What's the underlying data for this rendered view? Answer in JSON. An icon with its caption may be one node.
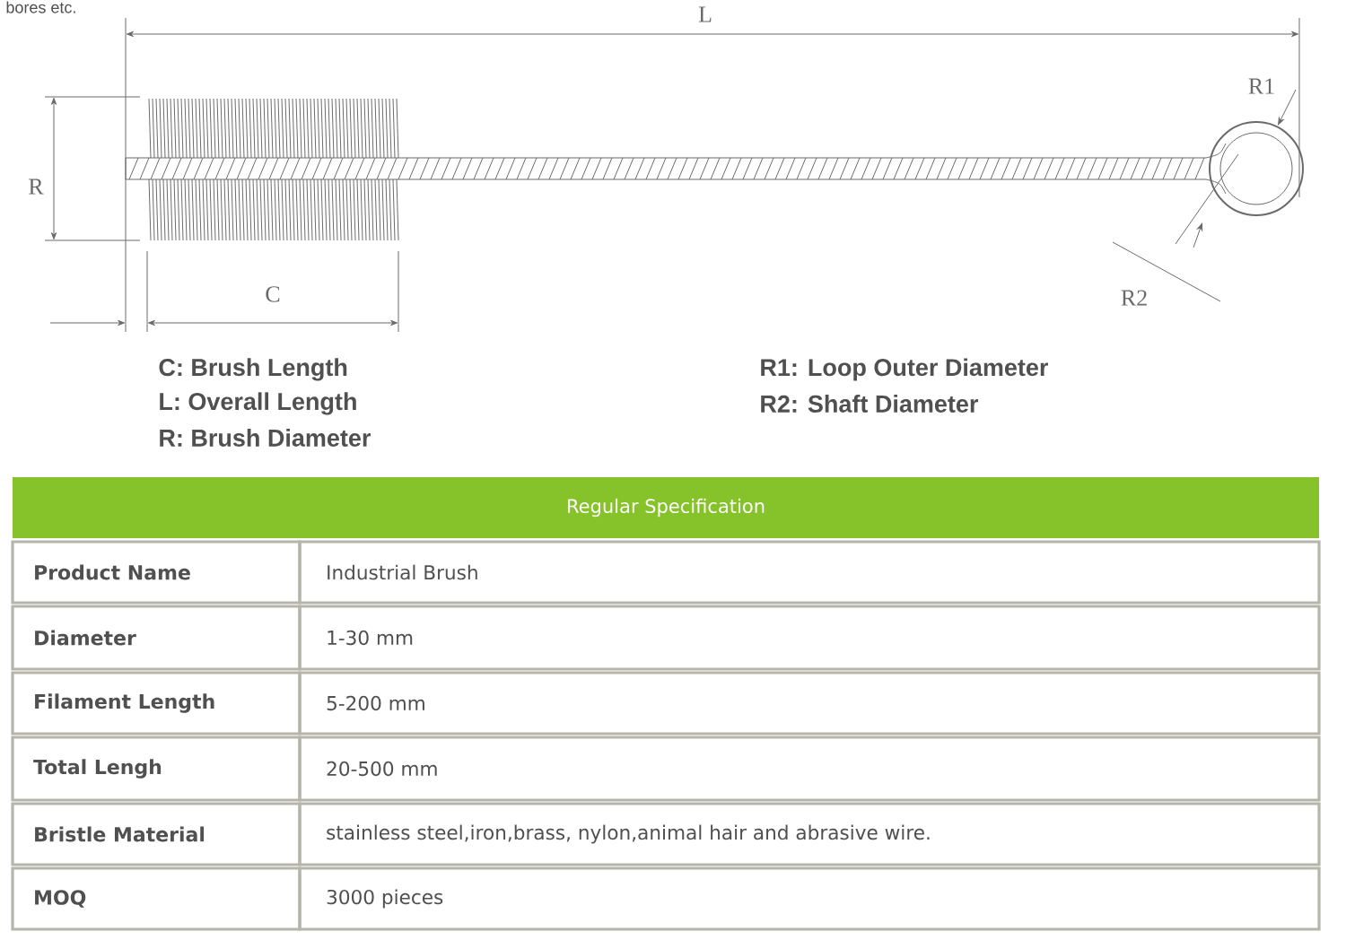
{
  "diagram": {
    "labels": [
      "bores etc.",
      "L",
      "R1",
      "R",
      "C",
      "R2",
      "C: Brush Length",
      "R1: Loop Outer Diameter",
      "L: Overall Length",
      "R2: Shaft Diameter",
      "R: Brush Diameter",
      "Regular Specification",
      "Product Name",
      "Industrial Brush",
      "Diameter",
      "1-30 mm",
      "Filament  Length",
      "5-200 mm",
      "Total Lengh",
      "20-500 mm",
      "Bristle Material",
      "stainless steel,iron,brass, nylon,animal hair and abrasive wire.",
      "MOQ",
      "3000 pieces"
    ]
  }
}
